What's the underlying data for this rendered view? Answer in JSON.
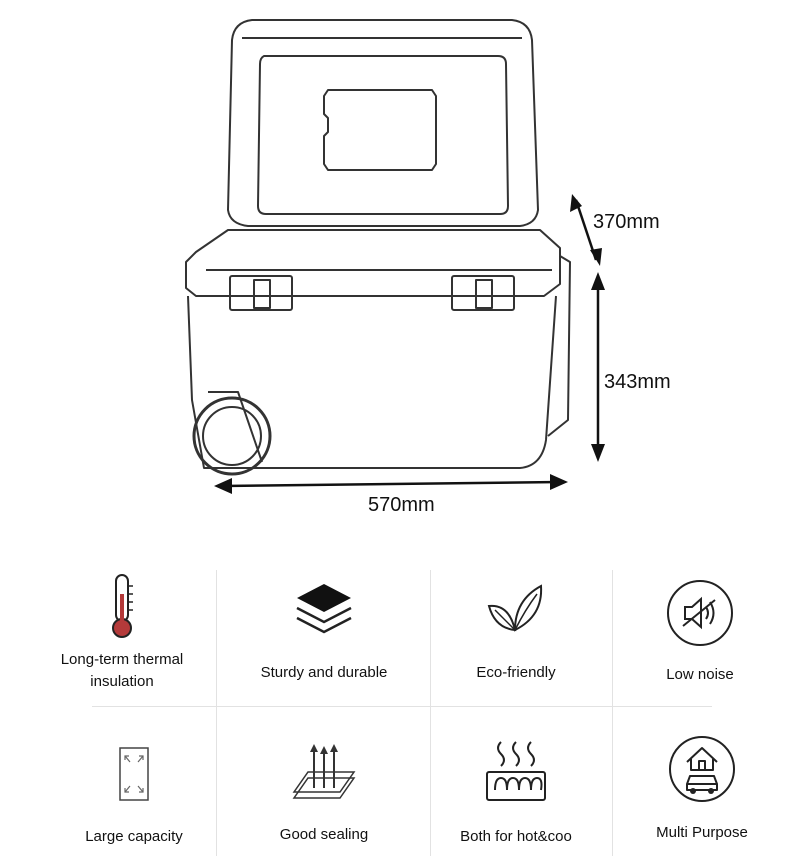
{
  "dimensions": {
    "depth": "370mm",
    "height": "343mm",
    "width": "570mm"
  },
  "features": [
    {
      "label": "Long-term thermal insulation",
      "icon": "thermometer-icon"
    },
    {
      "label": "Sturdy and durable",
      "icon": "layers-icon"
    },
    {
      "label": "Eco-friendly",
      "icon": "leaf-icon"
    },
    {
      "label": "Low noise",
      "icon": "mute-speaker-icon"
    },
    {
      "label": "Large capacity",
      "icon": "expand-box-icon"
    },
    {
      "label": "Good sealing",
      "icon": "sealing-layers-icon"
    },
    {
      "label": "Both for hot&coo",
      "icon": "heat-coil-icon"
    },
    {
      "label": "Multi Purpose",
      "icon": "house-car-icon"
    }
  ]
}
